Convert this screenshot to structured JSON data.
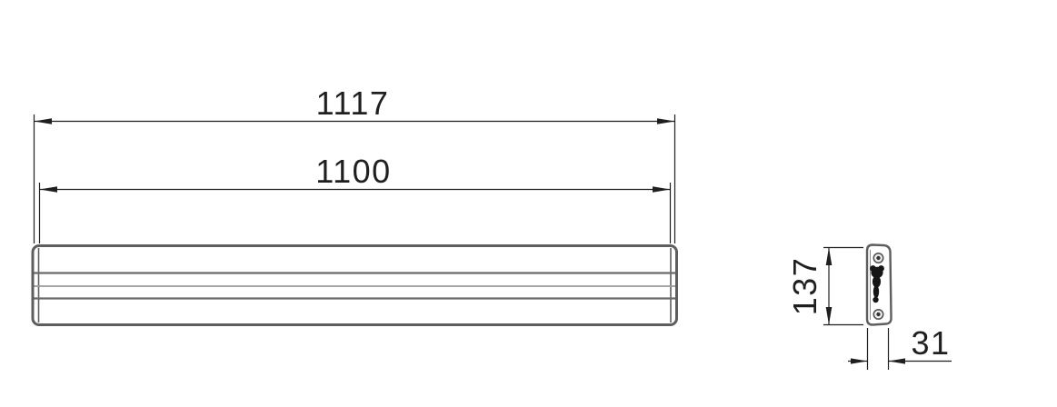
{
  "drawing": {
    "type": "technical-dimension-drawing",
    "front_view": {
      "dim_overall_length": "1117",
      "dim_body_length": "1100"
    },
    "side_view": {
      "dim_height": "137",
      "dim_depth": "31"
    },
    "colors": {
      "background": "#ffffff",
      "dimension_line": "#1f1f1f",
      "object_outline": "#5e5e5e",
      "inner_line_light": "#9a9a9a",
      "detail_silhouette": "#161616"
    }
  }
}
